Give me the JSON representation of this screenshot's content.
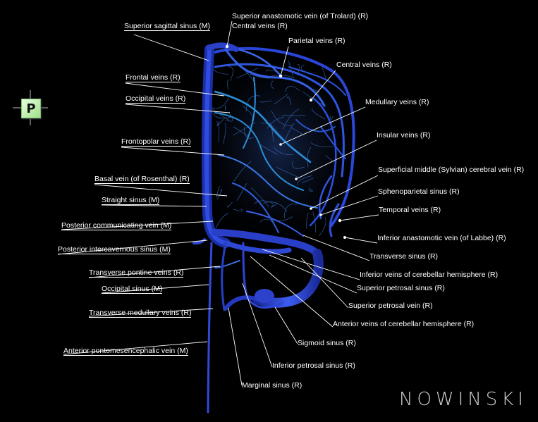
{
  "image": {
    "view": "P",
    "brand": "NOWINSKI",
    "labels": [
      {
        "id": "superior-sagittal-sinus",
        "text": "Superior sagittal sinus (M)"
      },
      {
        "id": "superior-anastomotic-vein",
        "text": "Superior anastomotic vein (of Trolard) (R)"
      },
      {
        "id": "central-veins-top",
        "text": "Central veins (R)"
      },
      {
        "id": "parietal-veins",
        "text": "Parietal veins (R)"
      },
      {
        "id": "central-veins-right",
        "text": "Central veins (R)"
      },
      {
        "id": "frontal-veins",
        "text": "Frontal veins (R)"
      },
      {
        "id": "occipital-veins",
        "text": "Occipital veins (R)"
      },
      {
        "id": "medullary-veins",
        "text": "Medullary veins (R)"
      },
      {
        "id": "insular-veins",
        "text": "Insular veins (R)"
      },
      {
        "id": "frontopolar-veins",
        "text": "Frontopolar veins (R)"
      },
      {
        "id": "superficial-middle-cerebral-vein",
        "text": "Superficial middle (Sylvian) cerebral vein (R)"
      },
      {
        "id": "basal-vein",
        "text": "Basal vein (of Rosenthal) (R)"
      },
      {
        "id": "sphenoparietal-sinus",
        "text": "Sphenoparietal sinus (R)"
      },
      {
        "id": "straight-sinus",
        "text": "Straight sinus (M)"
      },
      {
        "id": "temporal-veins",
        "text": "Temporal veins (R)"
      },
      {
        "id": "posterior-communicating-vein",
        "text": "Posterior communicating vein (M)"
      },
      {
        "id": "inferior-anastomotic-vein",
        "text": "Inferior anastomotic vein (of Labbe) (R)"
      },
      {
        "id": "posterior-intercavernous-sinus",
        "text": "Posterior intercavernous sinus (M)"
      },
      {
        "id": "transverse-sinus",
        "text": "Transverse sinus (R)"
      },
      {
        "id": "transverse-pontine-veins",
        "text": "Transverse pontine veins (R)"
      },
      {
        "id": "inferior-veins-cerebellar",
        "text": "Inferior veins of cerebellar hemisphere (R)"
      },
      {
        "id": "occipital-sinus",
        "text": "Occipital sinus (M)"
      },
      {
        "id": "superior-petrosal-sinus",
        "text": "Superior petrosal sinus (R)"
      },
      {
        "id": "transverse-medullary-veins",
        "text": "Transverse medullary veins (R)"
      },
      {
        "id": "superior-petrosal-vein",
        "text": "Superior petrosal vein (R)"
      },
      {
        "id": "anterior-veins-cerebellar",
        "text": "Anterior veins of cerebellar hemisphere (R)"
      },
      {
        "id": "sigmoid-sinus",
        "text": "Sigmoid sinus (R)"
      },
      {
        "id": "anterior-pontomesencephalic-vein",
        "text": "Anterior pontomesencephalic vein (M)"
      },
      {
        "id": "inferior-petrosal-sinus",
        "text": "Inferior petrosal sinus (R)"
      },
      {
        "id": "marginal-sinus",
        "text": "Marginal sinus (R)"
      }
    ]
  }
}
